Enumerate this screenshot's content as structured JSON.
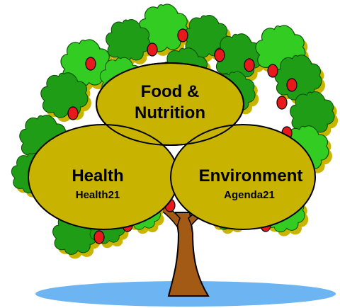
{
  "circles": {
    "top": {
      "title_line1": "Food &",
      "title_line2": "Nutrition"
    },
    "left": {
      "title": "Health",
      "subtitle": "Health21"
    },
    "right": {
      "title": "Environment",
      "subtitle": "Agenda21"
    }
  },
  "colors": {
    "circle_fill": "#c8b400",
    "leaf_dark": "#1f9d16",
    "leaf_mid": "#33cc22",
    "leaf_shadow": "#c9b400",
    "fruit": "#e8191c",
    "trunk": "#a35a14",
    "ground": "#6cb4f2"
  },
  "icons": {
    "fruit": "apple-icon",
    "foliage": "leaf-cluster-icon"
  }
}
